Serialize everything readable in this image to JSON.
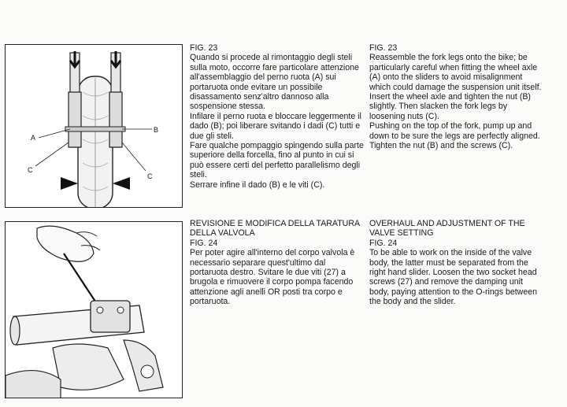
{
  "fig23": {
    "labels": {
      "a": "A",
      "b": "B",
      "c_left": "C",
      "c_right": "C"
    },
    "it": {
      "fig": "FIG. 23",
      "paragraphs": [
        "Quando si procede al rimontaggio degli steli sulla moto, occorre fare particolare attenzione all'assemblaggio del perno ruota (A) sui portaruota onde evitare un possibile disassamento senz'altro dannoso alla sospensione stessa.",
        "Infilare il perno ruota e bloccare leggermente il dado (B); poi liberare svitando i dadi (C) tutti e due gli steli.",
        "Fare qualche pompaggio spingendo sulla parte superiore della forcella, fino al punto in cui si può essere certi del perfetto parallelismo degli steli.",
        "Serrare infine il dado (B) e le viti (C)."
      ]
    },
    "en": {
      "fig": "FIG. 23",
      "paragraphs": [
        "Reassemble the fork legs onto the bike; be particularly careful when fitting the wheel axle (A) onto the sliders to avoid misalignment which could damage the suspension unit itself.",
        "Insert the wheel axle and tighten the nut (B) slightly. Then slacken the fork legs by loosening nuts (C).",
        "Pushing on the top of the fork, pump up and down to be sure the legs are perfectly aligned.",
        "Tighten the nut (B) and the screws (C)."
      ]
    }
  },
  "fig24": {
    "it": {
      "heading": "REVISIONE E MODIFICA DELLA TARATURA DELLA VALVOLA",
      "fig": "FIG. 24",
      "paragraphs": [
        "Per poter agire all'interno del corpo valvola è necessario separare quest'ultimo dal portaruota destro. Svitare le due viti (27) a brugola e rimuovere il corpo pompa facendo attenzione agli anelli OR posti tra corpo e portaruota."
      ]
    },
    "en": {
      "heading": "OVERHAUL AND ADJUSTMENT OF THE VALVE SETTING",
      "fig": "FIG. 24",
      "paragraphs": [
        "To be able to work on the inside of the valve body, the latter must be separated from the right hand slider. Loosen the two socket head screws (27) and remove the damping unit body, paying attention to the O-rings between the body and the slider."
      ]
    }
  }
}
